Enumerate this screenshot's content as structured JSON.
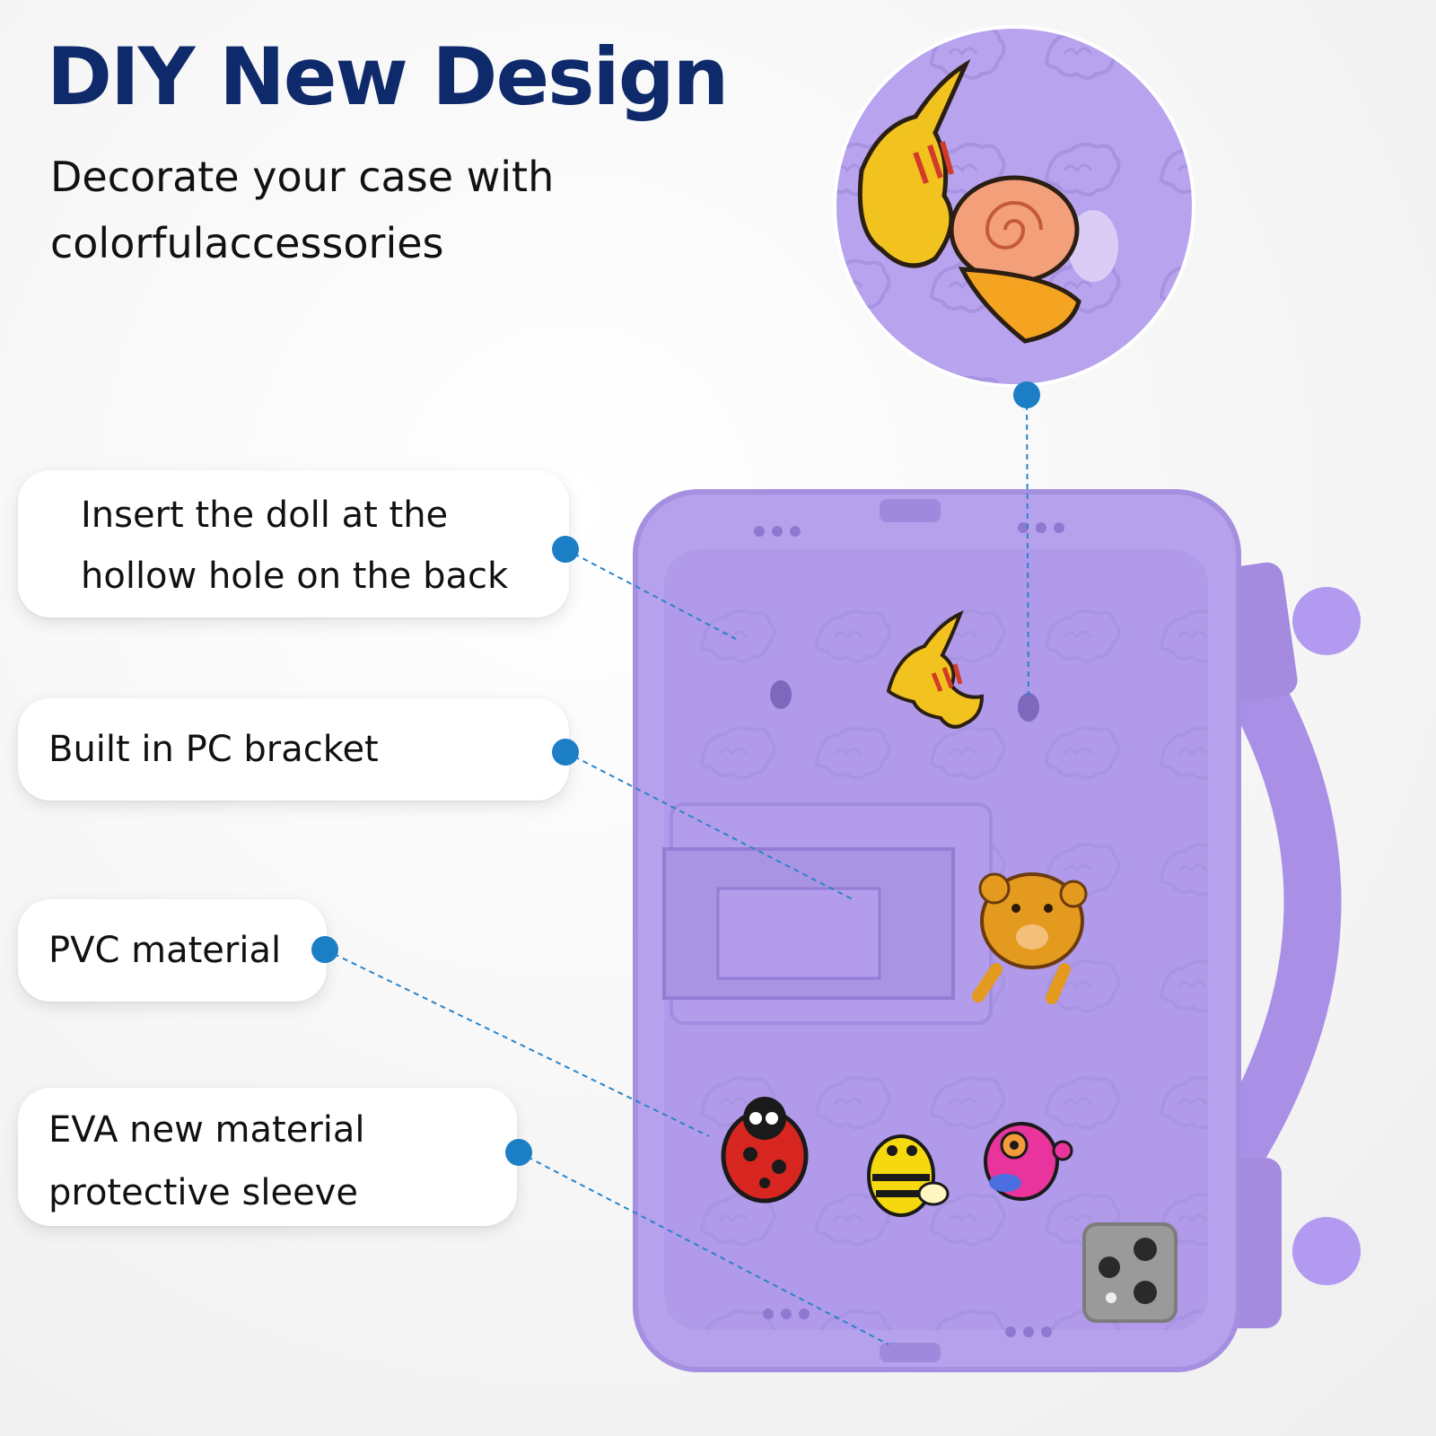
{
  "header": {
    "title": "DIY New Design",
    "subtitle": "Decorate your case with colorfulaccessories"
  },
  "callouts": [
    {
      "lines": [
        "Insert the doll at the",
        "hollow hole on the back"
      ]
    },
    {
      "lines": [
        "Built in PC bracket"
      ]
    },
    {
      "lines": [
        "PVC material"
      ]
    },
    {
      "lines": [
        "EVA new material",
        "protective sleeve"
      ]
    }
  ],
  "colors": {
    "title": "#0f2a6b",
    "accent_dot": "#1c7fc5",
    "case_purple": "#b6a2ec",
    "case_purple_dark": "#9c86d8",
    "camera_gray": "#9a9a9a"
  },
  "icons": [
    "dinosaur-sticker-icon",
    "snail-sticker-icon",
    "bear-sticker-icon",
    "ladybug-sticker-icon",
    "bee-sticker-icon",
    "pink-bug-sticker-icon",
    "camera-module-icon"
  ]
}
